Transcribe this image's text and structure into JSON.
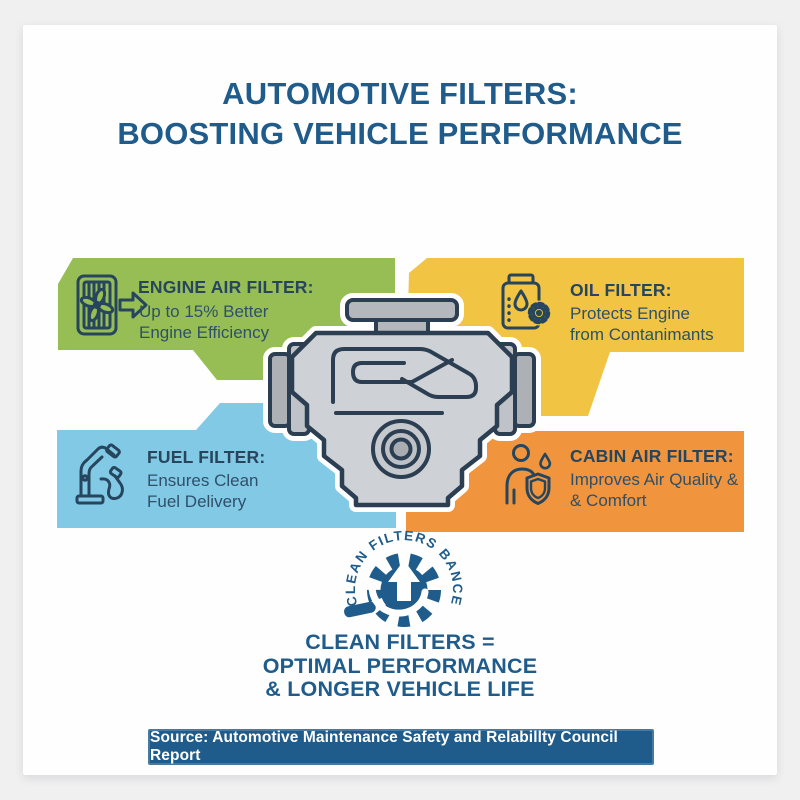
{
  "title": {
    "line1": "AUTOMOTIVE FILTERS:",
    "line2": "BOOSTING VEHICLE PERFORMANCE"
  },
  "banners": {
    "engine_air": {
      "heading": "ENGINE AIR FILTER:",
      "line1": "Up to 15% Better",
      "line2": "Engine Efficiency",
      "icon": "air-filter-icon",
      "color": "#97BE55"
    },
    "oil": {
      "heading": "OIL FILTER:",
      "line1": "Protects Engine",
      "line2": "from Contanimants",
      "icon": "oil-can-icon",
      "color": "#F1C444"
    },
    "fuel": {
      "heading": "FUEL FILTER:",
      "line1": "Ensures Clean",
      "line2": "Fuel Delivery",
      "icon": "fuel-nozzle-icon",
      "color": "#82C9E5"
    },
    "cabin_air": {
      "heading": "CABIN AIR FILTER:",
      "line1": "Improves Air Quality &",
      "line2": "& Comfort",
      "icon": "person-shield-icon",
      "color": "#F0943E"
    }
  },
  "badge": {
    "arc_text": "CLEAN FILTERS BANCE",
    "icon": "gear-up-arrow-icon"
  },
  "conclusion": {
    "line1": "CLEAN FILTERS =",
    "line2": "OPTIMAL PERFORMANCE",
    "line3": "& LONGER VEHICLE LIFE"
  },
  "source": {
    "text": "Source: Automotive Maintenance Safety and Relabillty Council Report"
  },
  "colors": {
    "accent_navy": "#1F5C8B",
    "ink": "#27465E",
    "green": "#97BE55",
    "yellow": "#F1C444",
    "blue": "#82C9E5",
    "orange": "#F0943E"
  }
}
